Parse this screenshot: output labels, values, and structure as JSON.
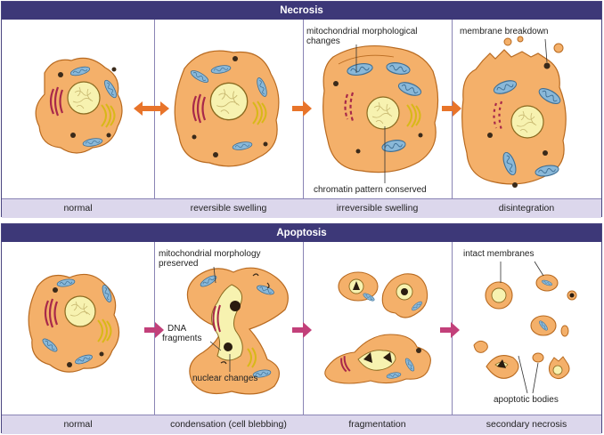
{
  "necrosis": {
    "title": "Necrosis",
    "captions": [
      "normal",
      "reversible swelling",
      "irreversible swelling",
      "disintegration"
    ],
    "labels": {
      "mito_line1": "mitochondrial morphological",
      "mito_line2": "changes",
      "chromatin": "chromatin pattern conserved",
      "membrane": "membrane breakdown"
    },
    "arrow_color": "#e8742a"
  },
  "apoptosis": {
    "title": "Apoptosis",
    "captions": [
      "normal",
      "condensation (cell blebbing)",
      "fragmentation",
      "secondary necrosis"
    ],
    "labels": {
      "mito_line1": "mitochondrial morphology",
      "mito_line2": "preserved",
      "dna_line1": "DNA",
      "dna_line2": "fragments",
      "nuclear": "nuclear changes",
      "intact": "intact membranes",
      "bodies": "apoptotic bodies"
    },
    "arrow_color": "#c2407a"
  },
  "colors": {
    "header": "#3d3878",
    "caption_bar": "#dcd7ec",
    "cytoplasm": "#f4b06a",
    "nucleus": "#f7f2b0",
    "mitochondria": "#8ab8d8",
    "er": "#a8284a",
    "golgi": "#e0c020"
  }
}
